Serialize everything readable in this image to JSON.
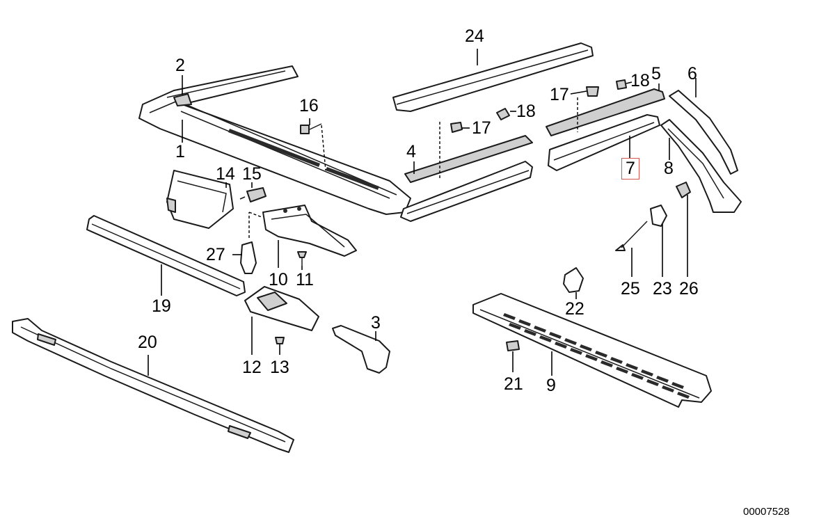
{
  "diagram_ref": "00007528",
  "highlight_color": "#d9534f",
  "callouts": [
    "1",
    "2",
    "3",
    "4",
    "5",
    "6",
    "7",
    "8",
    "9",
    "10",
    "11",
    "12",
    "13",
    "14",
    "15",
    "16",
    "17",
    "17",
    "18",
    "18",
    "19",
    "20",
    "21",
    "22",
    "23",
    "24",
    "25",
    "26",
    "27"
  ]
}
